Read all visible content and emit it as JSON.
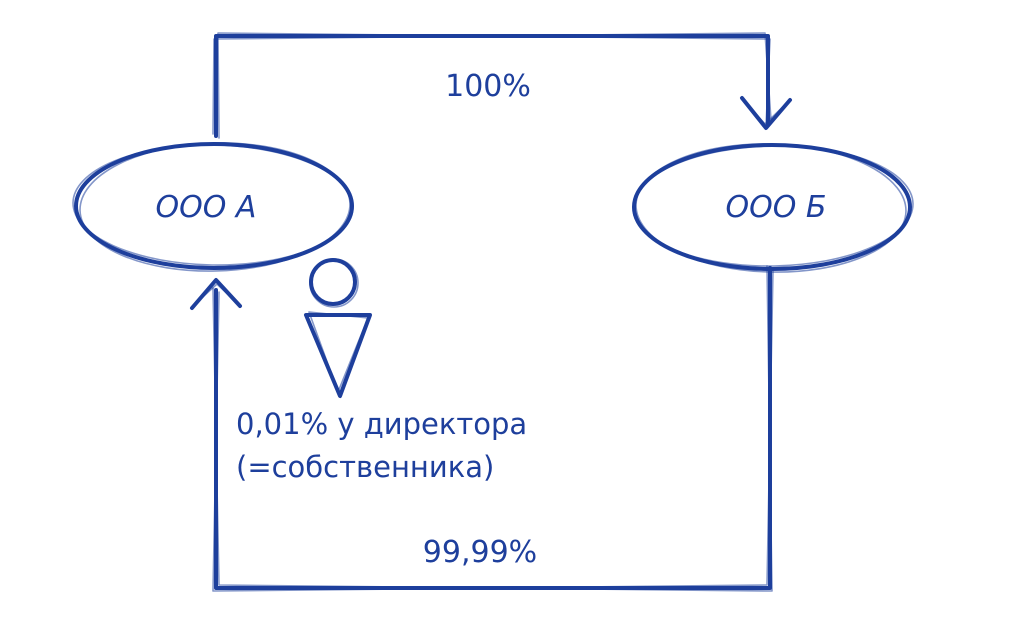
{
  "nodes": {
    "company_a": {
      "label": "ООО А"
    },
    "company_b": {
      "label": "ООО Б"
    }
  },
  "edges": {
    "a_to_b": {
      "label": "100%"
    },
    "b_to_a": {
      "label": "99,99%"
    }
  },
  "owner_note": {
    "line1": "0,01% у директора",
    "line2": "(=собственника)"
  },
  "colors": {
    "ink": "#1e3f9c"
  },
  "icons": [
    "person-icon",
    "arrow-down-icon",
    "arrow-up-icon"
  ]
}
